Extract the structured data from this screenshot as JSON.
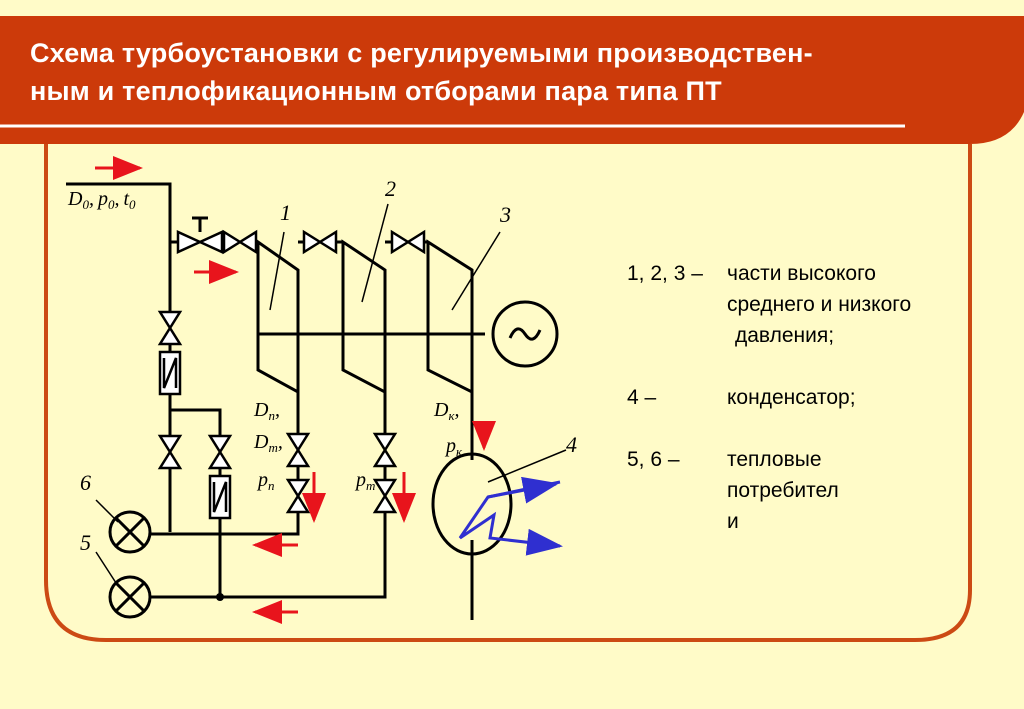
{
  "title": {
    "line1": "Схема турбоустановки с регулируемыми производствен-",
    "line2": "ным и теплофикационным отборами пара типа ПТ"
  },
  "diagram": {
    "inlet_D": "D",
    "inlet_sub0": "0",
    "inlet_p": "p",
    "inlet_t": "t",
    "comma": ",",
    "label1": "1",
    "label2": "2",
    "label3": "3",
    "label4": "4",
    "label5": "5",
    "label6": "6",
    "Dp_main": "D",
    "Dp_sub": "п",
    "Dt_main": "D",
    "Dt_sub": "т",
    "pp_main": "p",
    "pp_sub": "п",
    "pt_main": "p",
    "pt_sub": "т",
    "Dk_main": "D",
    "Dk_sub": "к",
    "pk_main": "p",
    "pk_sub": "к",
    "colors": {
      "arrow": "#e8141c",
      "coil": "#2f2fd0",
      "frame": "#cc4a14",
      "band": "#cc3a0a"
    }
  },
  "legend": {
    "item1_key": "1, 2, 3 –",
    "item1_l1": "части  высокого",
    "item1_l2": "среднего и низкого",
    "item1_l3": "давления;",
    "item2_key": "4 –",
    "item2_l1": "конденсатор;",
    "item3_key": "5, 6 –",
    "item3_l1": "тепловые",
    "item3_l2": "потребител",
    "item3_l3": "и"
  }
}
